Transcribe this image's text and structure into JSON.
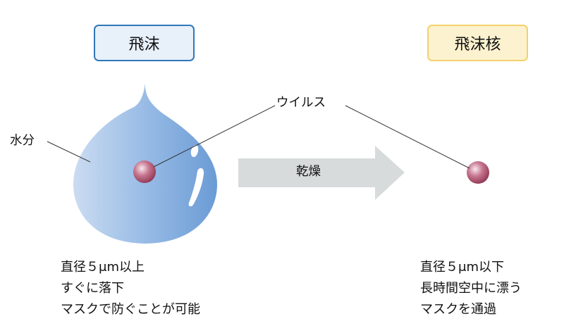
{
  "droplet": {
    "title": "飛沫",
    "water_label": "水分",
    "description": [
      "直径５μm以上",
      "すぐに落下",
      "マスクで防ぐことが可能"
    ]
  },
  "virus_label": "ウイルス",
  "process_label": "乾燥",
  "nucleus": {
    "title": "飛沫核",
    "description": [
      "直径５μm以下",
      "長時間空中に漂う",
      "マスクを通過"
    ]
  },
  "colors": {
    "droplet_light": "#c9dbf1",
    "droplet_dark": "#6f9ed6",
    "virus": "#a94a67",
    "arrow": "#d8dbdc",
    "droplet_box_border": "#2f78b8",
    "nucleus_box_fill": "#fdf2cf",
    "nucleus_box_border": "#f3d16b"
  }
}
